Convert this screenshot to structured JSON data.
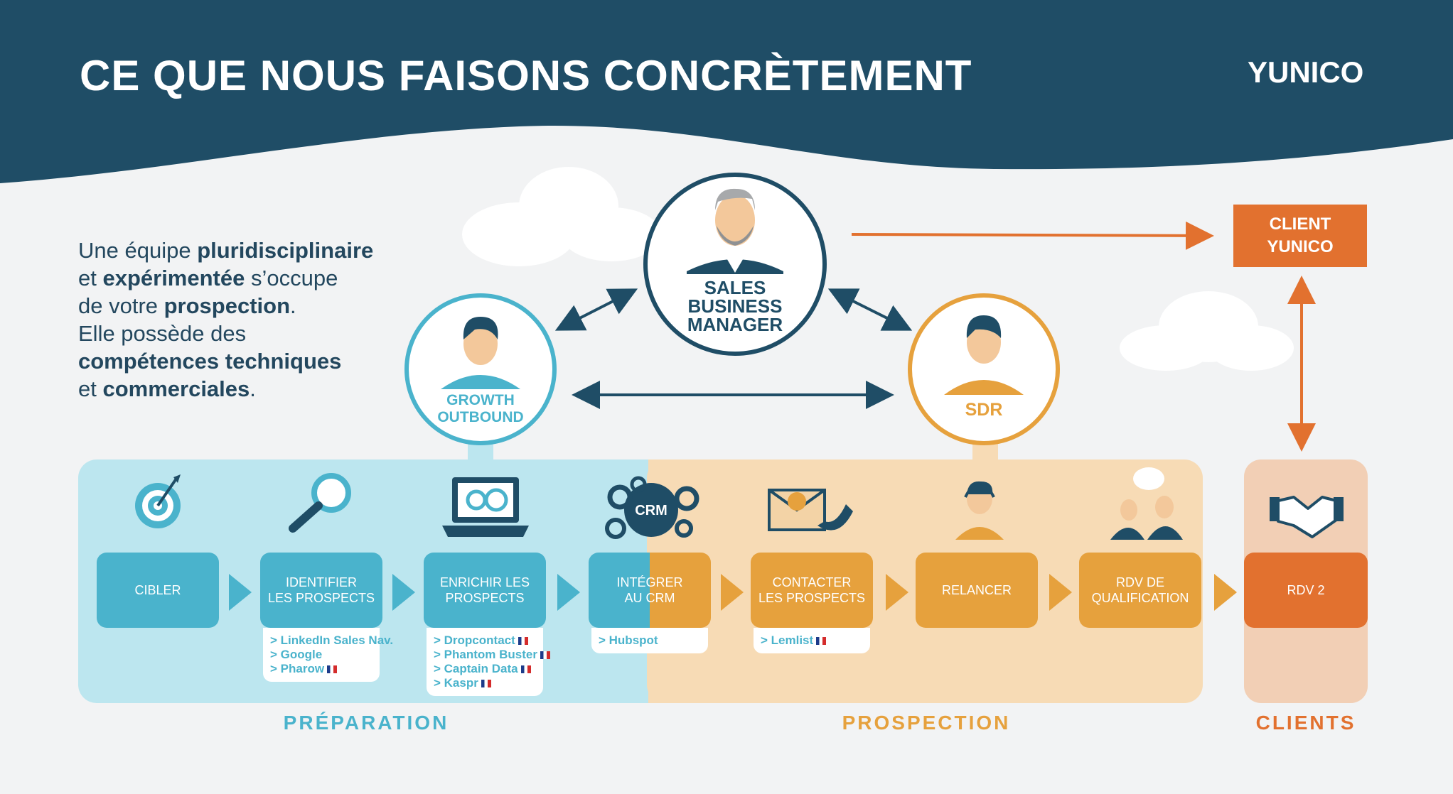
{
  "header": {
    "title": "CE QUE NOUS FAISONS CONCRÈTEMENT",
    "logo": "YUNICO"
  },
  "intro": [
    [
      {
        "t": "Une équipe ",
        "b": false
      },
      {
        "t": "pluridisciplinaire",
        "b": true
      }
    ],
    [
      {
        "t": "et ",
        "b": false
      },
      {
        "t": "expérimentée",
        "b": true
      },
      {
        "t": " s’occupe",
        "b": false
      }
    ],
    [
      {
        "t": "de votre ",
        "b": false
      },
      {
        "t": "prospection",
        "b": true
      },
      {
        "t": ".",
        "b": false
      }
    ],
    [
      {
        "t": "Elle possède des",
        "b": false
      }
    ],
    [
      {
        "t": "compétences techniques",
        "b": true
      }
    ],
    [
      {
        "t": "et ",
        "b": false
      },
      {
        "t": "commerciales",
        "b": true
      },
      {
        "t": ".",
        "b": false
      }
    ]
  ],
  "roles": {
    "manager": [
      "SALES",
      "BUSINESS",
      "MANAGER"
    ],
    "growth": [
      "GROWTH",
      "OUTBOUND"
    ],
    "sdr": [
      "SDR"
    ]
  },
  "client": [
    "CLIENT",
    "YUNICO"
  ],
  "steps": [
    {
      "label": "CIBLER",
      "tools": []
    },
    {
      "label": "IDENTIFIER\nLES PROSPECTS",
      "tools": [
        {
          "t": "> LinkedIn Sales Nav.",
          "flag": false
        },
        {
          "t": "> Google",
          "flag": false
        },
        {
          "t": "> Pharow",
          "flag": true
        }
      ]
    },
    {
      "label": "ENRICHIR LES\nPROSPECTS",
      "tools": [
        {
          "t": "> Dropcontact",
          "flag": true
        },
        {
          "t": "> Phantom Buster",
          "flag": true
        },
        {
          "t": "> Captain Data",
          "flag": true
        },
        {
          "t": "> Kaspr",
          "flag": true
        }
      ]
    },
    {
      "label": "INTÉGRER\nAU CRM",
      "tools": [
        {
          "t": "> Hubspot",
          "flag": false
        }
      ]
    },
    {
      "label": "CONTACTER\nLES PROSPECTS",
      "tools": [
        {
          "t": "> Lemlist",
          "flag": true
        }
      ]
    },
    {
      "label": "RELANCER",
      "tools": []
    },
    {
      "label": "RDV DE\nQUALIFICATION",
      "tools": []
    },
    {
      "label": "RDV 2",
      "tools": []
    }
  ],
  "icon_crm_label": "CRM",
  "phases": {
    "preparation": "PRÉPARATION",
    "prospection": "PROSPECTION",
    "clients": "CLIENTS"
  },
  "colors": {
    "navy": "#1f4d66",
    "teal": "#4ab3cc",
    "teal_light": "#bce6ef",
    "orange": "#e6a13d",
    "orange_light": "#f7dbb5",
    "orange_dark": "#e2712f",
    "peach": "#f2cfb5"
  },
  "icons": [
    "target-icon",
    "magnifier-icon",
    "laptop-gears-icon",
    "crm-gears-icon",
    "mail-phone-icon",
    "headset-agent-icon",
    "meeting-people-icon",
    "handshake-icon"
  ]
}
